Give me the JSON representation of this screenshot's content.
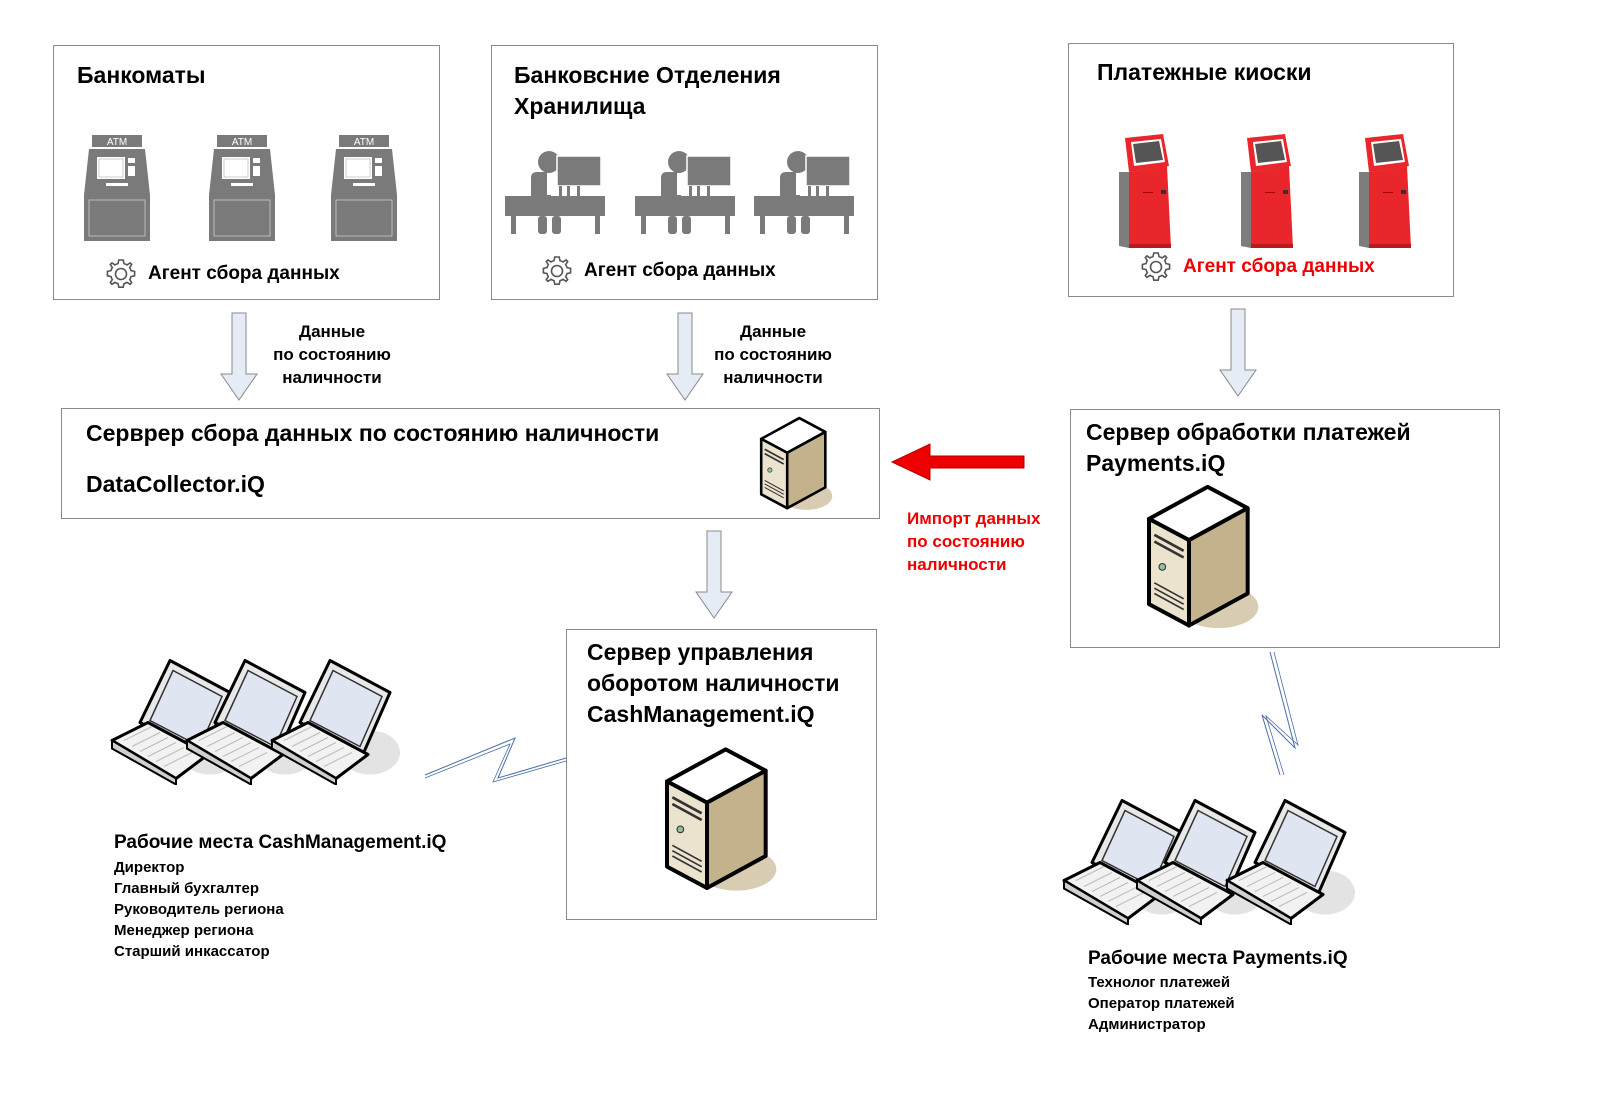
{
  "sources": [
    {
      "title_lines": [
        "Банкоматы"
      ],
      "agent": "Агент сбора данных",
      "device": "atm-icon",
      "device_label": "ATM"
    },
    {
      "title_lines": [
        "Банковсние Отделения",
        "Хранилища"
      ],
      "agent": "Агент сбора данных",
      "device": "teller-desk-icon"
    },
    {
      "title_lines": [
        "Платежные киоски"
      ],
      "agent": "Агент сбора данных",
      "device": "payment-kiosk-icon"
    }
  ],
  "flow_labels": {
    "cash_state_data": [
      "Данные",
      "по состоянию",
      "наличности"
    ],
    "import_data": [
      "Импорт данных",
      "по состоянию",
      "наличности"
    ]
  },
  "servers": {
    "datacollector": {
      "title": "Серврер сбора данных по состоянию наличности",
      "product": "DataCollector.iQ"
    },
    "payments": {
      "title_lines": [
        "Сервер обработки платежей",
        "Payments.iQ"
      ]
    },
    "cashmanagement": {
      "title_lines": [
        "Сервер управления",
        "оборотом наличности",
        "CashManagement.iQ"
      ]
    }
  },
  "workstations": {
    "cashmanagement": {
      "title": "Рабочие места CashManagement.iQ",
      "roles": [
        "Директор",
        "Главный бухгалтер",
        "Руководитель региона",
        "Менеджер региона",
        "Старший инкассатор"
      ]
    },
    "payments": {
      "title": "Рабочие места Payments.iQ",
      "roles": [
        "Технолог платежей",
        "Оператор платежей",
        "Администратор"
      ]
    }
  },
  "colors": {
    "accent_red": "#ee0000",
    "icon_gray": "#7a7a7a",
    "arrow_fill": "#e6ecf5",
    "server_beige": "#d8c9a8",
    "link_blue": "#4a6fa5"
  }
}
